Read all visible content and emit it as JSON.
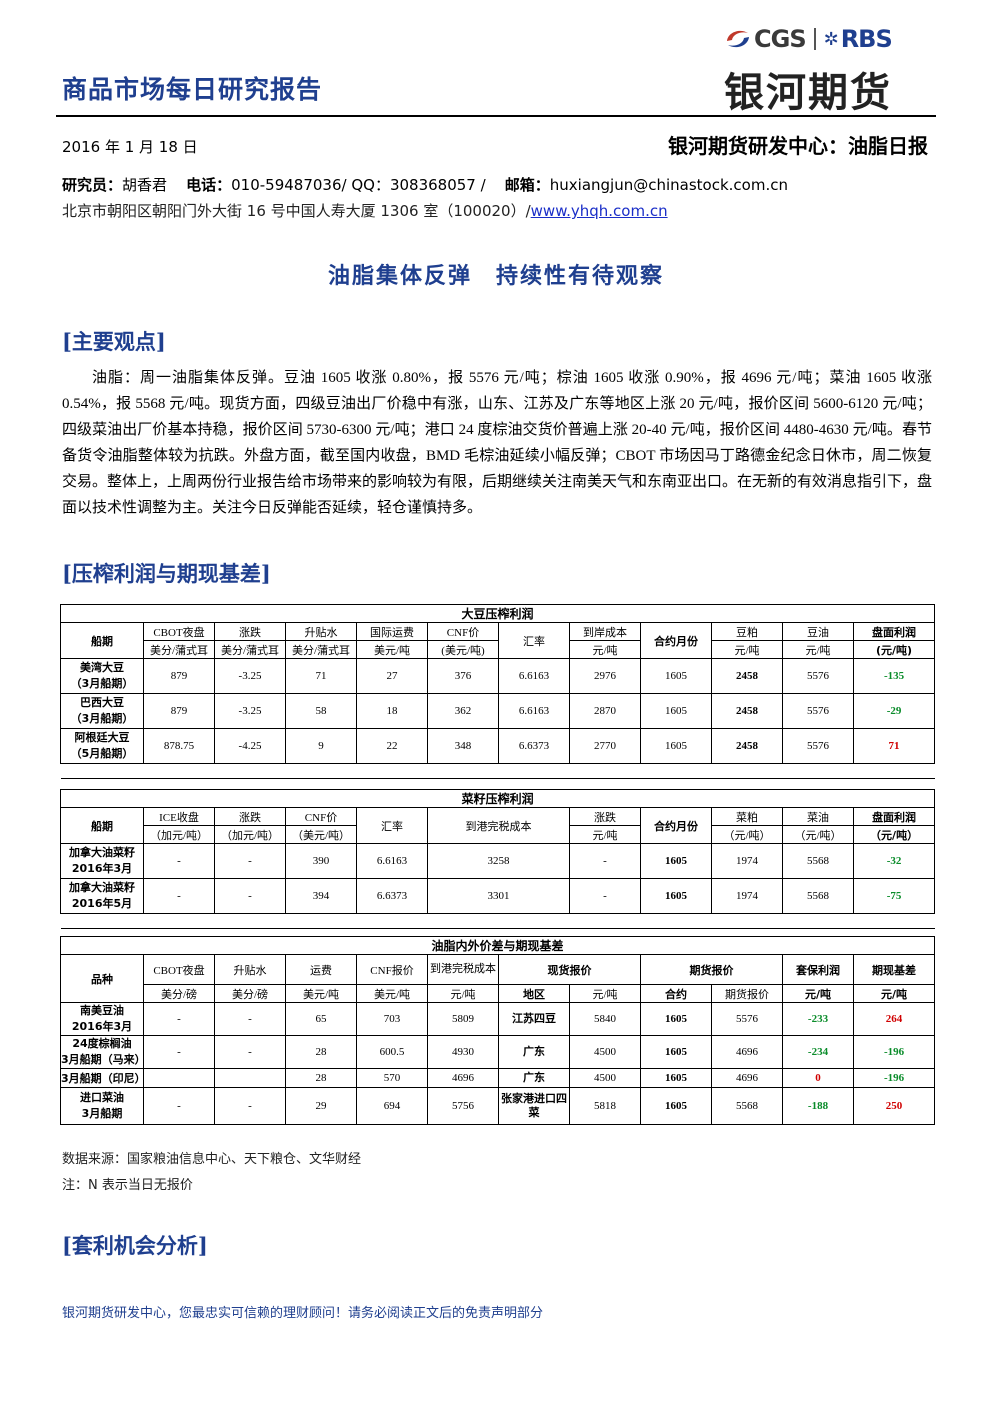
{
  "header": {
    "report_title": "商品市场每日研究报告",
    "logo_cgs": "CGS",
    "logo_rbs": "RBS",
    "logo_cn": "银河期货",
    "date": "2016 年 1 月 18 日",
    "dept": "银河期货研发中心：油脂日报",
    "researcher_label": "研究员：",
    "researcher_name": "胡香君",
    "phone_label": "电话：",
    "phone": "010-59487036/ QQ：308368057 /",
    "email_label": "邮箱：",
    "email": "huxiangjun@chinastock.com.cn",
    "address": "北京市朝阳区朝阳门外大街 16 号中国人寿大厦 1306 室（100020）/",
    "website": "www.yhqh.com.cn"
  },
  "headline": "油脂集体反弹　持续性有待观察",
  "sections": {
    "main_view": "[主要观点]",
    "margin": "[压榨利润与期现基差]",
    "arbitrage": "[套利机会分析]"
  },
  "main_text": "油脂：周一油脂集体反弹。豆油 1605 收涨 0.80%，报 5576 元/吨；棕油 1605 收涨 0.90%，报 4696 元/吨；菜油 1605 收涨 0.54%，报 5568 元/吨。现货方面，四级豆油出厂价稳中有涨，山东、江苏及广东等地区上涨 20 元/吨，报价区间 5600-6120 元/吨；四级菜油出厂价基本持稳，报价区间 5730-6300 元/吨；港口 24 度棕油交货价普遍上涨 20-40 元/吨，报价区间 4480-4630 元/吨。春节备货令油脂整体较为抗跌。外盘方面，截至国内收盘，BMD 毛棕油延续小幅反弹；CBOT 市场因马丁路德金纪念日休市，周二恢复交易。整体上，上周两份行业报告给市场带来的影响较为有限，后期继续关注南美天气和东南亚出口。在无新的有效消息指引下，盘面以技术性调整为主。关注今日反弹能否延续，轻仓谨慎持多。",
  "soy_table": {
    "caption": "大豆压榨利润",
    "h": [
      "船期",
      "CBOT夜盘",
      "涨跌",
      "升贴水",
      "国际运费",
      "CNF价",
      "汇率",
      "到岸成本",
      "合约月份",
      "豆粕",
      "豆油",
      "盘面利润"
    ],
    "u": [
      "美分/蒲式耳",
      "美分/蒲式耳",
      "美分/蒲式耳",
      "美元/吨",
      "(美元/吨)",
      "元/吨",
      "元/吨",
      "元/吨",
      "(元/吨)"
    ],
    "rows": [
      [
        "美湾大豆",
        "（3月船期）",
        "879",
        "-3.25",
        "71",
        "27",
        "376",
        "6.6163",
        "2976",
        "1605",
        "2458",
        "5576",
        "-135"
      ],
      [
        "巴西大豆",
        "（3月船期）",
        "879",
        "-3.25",
        "58",
        "18",
        "362",
        "6.6163",
        "2870",
        "1605",
        "2458",
        "5576",
        "-29"
      ],
      [
        "阿根廷大豆",
        "（5月船期）",
        "878.75",
        "-4.25",
        "9",
        "22",
        "348",
        "6.6373",
        "2770",
        "1605",
        "2458",
        "5576",
        "71"
      ]
    ]
  },
  "rape_table": {
    "caption": "菜籽压榨利润",
    "h": [
      "船期",
      "ICE收盘",
      "涨跌",
      "CNF价",
      "汇率",
      "到港完税成本",
      "涨跌",
      "合约月份",
      "菜粕",
      "菜油",
      "盘面利润"
    ],
    "u": [
      "（加元/吨）",
      "（加元/吨）",
      "（美元/吨）",
      "元/吨",
      "（元/吨）",
      "（元/吨）",
      "（元/吨）"
    ],
    "rows": [
      [
        "加拿大油菜籽",
        "2016年3月",
        "-",
        "-",
        "390",
        "6.6163",
        "3258",
        "-",
        "1605",
        "1974",
        "5568",
        "-32"
      ],
      [
        "加拿大油菜籽",
        "2016年5月",
        "-",
        "-",
        "394",
        "6.6373",
        "3301",
        "-",
        "1605",
        "1974",
        "5568",
        "-75"
      ]
    ]
  },
  "oil_table": {
    "caption": "油脂内外价差与期现基差",
    "h": [
      "品种",
      "CBOT夜盘",
      "升贴水",
      "运费",
      "CNF报价",
      "到港完税成本",
      "现货报价",
      "期货报价",
      "套保利润",
      "期现基差"
    ],
    "u": [
      "美分/磅",
      "美分/磅",
      "美元/吨",
      "美元/吨",
      "元/吨",
      "地区",
      "元/吨",
      "合约",
      "期货报价",
      "元/吨",
      "元/吨"
    ],
    "rows": [
      [
        "南美豆油",
        "2016年3月",
        "-",
        "-",
        "65",
        "703",
        "5809",
        "江苏四豆",
        "5840",
        "1605",
        "5576",
        "-233",
        "264"
      ],
      [
        "24度棕榈油",
        "3月船期（马来）",
        "-",
        "-",
        "28",
        "600.5",
        "4930",
        "广东",
        "4500",
        "1605",
        "4696",
        "-234",
        "-196"
      ],
      [
        "3月船期（印尼）",
        "",
        "",
        "",
        "28",
        "570",
        "4696",
        "广东",
        "4500",
        "1605",
        "4696",
        "0",
        "-196"
      ],
      [
        "进口菜油",
        "3月船期",
        "-",
        "-",
        "29",
        "694",
        "5756",
        "张家港进口四菜",
        "5818",
        "1605",
        "5568",
        "-188",
        "250"
      ]
    ]
  },
  "source": "数据来源：国家粮油信息中心、天下粮仓、文华财经",
  "note": "注：N 表示当日无报价",
  "footer": "银河期货研发中心，您最忠实可信赖的理财顾问！请务必阅读正文后的免责声明部分",
  "colors": {
    "accent": "#1f3f8f",
    "positive": "#0a8c2a",
    "negative": "#d00000"
  }
}
